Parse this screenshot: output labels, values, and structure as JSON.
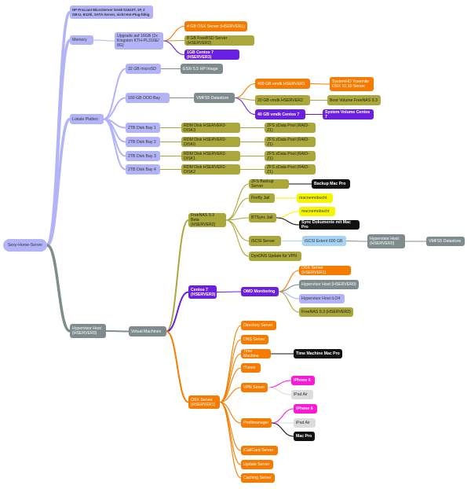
{
  "colors": {
    "lavender": "#b3b3f7",
    "blue_grey": "#7f8c8d",
    "orange": "#f57c00",
    "olive": "#aaa83a",
    "purple": "#6b1fe0",
    "yellow": "#f5f500",
    "black": "#111111",
    "magenta": "#ff19d6",
    "light_grey": "#dcdcdc",
    "light_blue": "#a7d3f7"
  },
  "nodes": [
    {
      "id": "root",
      "text": "Sexy-Home-Server",
      "color": "lavender"
    },
    {
      "id": "hp",
      "text": "HP ProLiant MicroServer Gen8 G1610T, 1P, 2 GB-U, B120i, SATA-Server, nicht Hot-Plug-fähig",
      "color": "lavender"
    },
    {
      "id": "memory",
      "text": "Memory",
      "color": "lavender"
    },
    {
      "id": "upgrade",
      "text": "Upgrade auf 16GB (2x Kingston KTH-PL316E/ 8G)",
      "color": "lavender"
    },
    {
      "id": "osx4",
      "text": "4 GB OSX Server (HSERVER1)",
      "color": "orange"
    },
    {
      "id": "freebsd8",
      "text": "8 GB FreeBSD Server (HSERVER2)",
      "color": "olive"
    },
    {
      "id": "centos1",
      "text": "1GB Centos 7 (HSERVER3)",
      "color": "purple"
    },
    {
      "id": "lokale",
      "text": "Lokale Platten",
      "color": "lavender"
    },
    {
      "id": "microsd",
      "text": "32 GB microSD",
      "color": "lavender"
    },
    {
      "id": "esxi",
      "text": "ESXi 5.5 HP Image",
      "color": "blue_grey"
    },
    {
      "id": "odd",
      "text": "160 GB ODD Bay",
      "color": "lavender"
    },
    {
      "id": "vmfs",
      "text": "VMFS5 Datastore",
      "color": "blue_grey"
    },
    {
      "id": "vmdk1",
      "text": "400 GB vmdk HSERVER1",
      "color": "orange"
    },
    {
      "id": "yosemite",
      "text": "SystemHD Yosemite OSX 10.10 Server",
      "color": "orange"
    },
    {
      "id": "vmdk2",
      "text": "20 GB vmdk HSERVER2",
      "color": "olive"
    },
    {
      "id": "bootvol",
      "text": "Boot Volume FreeNAS 9.3",
      "color": "olive"
    },
    {
      "id": "vmdk3",
      "text": "40 GB vmdk Centos 7",
      "color": "purple"
    },
    {
      "id": "sysvol",
      "text": "System Volume Centos 7",
      "color": "purple"
    },
    {
      "id": "bay1",
      "text": "2TB Disk Bay 1",
      "color": "lavender"
    },
    {
      "id": "rdm3",
      "text": "RDM Disk HSERVER2-DISK3",
      "color": "olive"
    },
    {
      "id": "zfs1",
      "text": "ZFS zData Pool (RAID-Z1)",
      "color": "olive"
    },
    {
      "id": "bay2",
      "text": "2TB Disk Bay 2",
      "color": "lavender"
    },
    {
      "id": "rdm0",
      "text": "RDM Disk HSERVER2-DISK0",
      "color": "olive"
    },
    {
      "id": "zfs2",
      "text": "ZFS zData Pool (RAID-Z1)",
      "color": "olive"
    },
    {
      "id": "bay3",
      "text": "2TB Disk Bay 3",
      "color": "lavender"
    },
    {
      "id": "rdm1",
      "text": "RDM Disk HSERVER2-DISK1",
      "color": "olive"
    },
    {
      "id": "zfs3",
      "text": "ZFS zData Pool (RAID-Z1)",
      "color": "olive"
    },
    {
      "id": "bay4",
      "text": "2TB Disk Bay 4",
      "color": "lavender"
    },
    {
      "id": "rdm2",
      "text": "RDM Disk HSERVER2-DISK2",
      "color": "olive"
    },
    {
      "id": "zfs4",
      "text": "ZFS zData Pool (RAID-Z1)",
      "color": "olive"
    },
    {
      "id": "hypervisor",
      "text": "Hypervisor Host (HSERVER0)",
      "color": "blue_grey"
    },
    {
      "id": "vms",
      "text": "Virtual Machines",
      "color": "blue_grey"
    },
    {
      "id": "freenas",
      "text": "FreeNAS 9.3 Beta (HSERVER2)",
      "color": "olive"
    },
    {
      "id": "zfsbackup",
      "text": "ZFS Backup Server",
      "color": "olive"
    },
    {
      "id": "backupmac",
      "text": "Backup Mac Pro",
      "color": "black"
    },
    {
      "id": "firefly",
      "text": "Firefly Jail",
      "color": "olive"
    },
    {
      "id": "macne1",
      "text": "macnemobucht",
      "color": "yellow"
    },
    {
      "id": "btsync",
      "text": "BTSync Jail",
      "color": "olive"
    },
    {
      "id": "macne2",
      "text": "macnemobucht",
      "color": "yellow"
    },
    {
      "id": "syncdok",
      "text": "Sync Dokumente mit Mac Pro",
      "color": "black"
    },
    {
      "id": "iscsi",
      "text": "iSCSI Server",
      "color": "olive"
    },
    {
      "id": "iscsiext",
      "text": "iSCSI Extent 600 GB",
      "color": "light_blue"
    },
    {
      "id": "hyphost2",
      "text": "Hypervisor Host (HSERVER0)",
      "color": "blue_grey"
    },
    {
      "id": "vmfs2",
      "text": "VMFS5 Datastore",
      "color": "blue_grey"
    },
    {
      "id": "dyndns",
      "text": "DynDNS Update für VPN",
      "color": "olive"
    },
    {
      "id": "centos7",
      "text": "Centos 7 (HSERVER3)",
      "color": "purple"
    },
    {
      "id": "omd",
      "text": "OMD Monitoring",
      "color": "purple"
    },
    {
      "id": "osxh1",
      "text": "OSX Server (HSERVER1)",
      "color": "orange"
    },
    {
      "id": "hyph0",
      "text": "Hypervisor Host (HSERVER0)",
      "color": "blue_grey"
    },
    {
      "id": "ilo4",
      "text": "Hypervisor Host iLO4",
      "color": "lavender"
    },
    {
      "id": "freenash2",
      "text": "FreeNAS 9.3 (HSERVER2)",
      "color": "olive"
    },
    {
      "id": "osxserver",
      "text": "OSX Server (HSERVER1)",
      "color": "orange"
    },
    {
      "id": "dirserver",
      "text": "Directory Server",
      "color": "orange"
    },
    {
      "id": "dns",
      "text": "DNS Server",
      "color": "orange"
    },
    {
      "id": "timemachine",
      "text": "Time Machine",
      "color": "orange"
    },
    {
      "id": "tmmacpro",
      "text": "Time Machine Mac Pro",
      "color": "black"
    },
    {
      "id": "itunes",
      "text": "iTunes",
      "color": "orange"
    },
    {
      "id": "vpn",
      "text": "VPN Server",
      "color": "orange"
    },
    {
      "id": "iphone1",
      "text": "iPhone 6",
      "color": "magenta"
    },
    {
      "id": "ipad1",
      "text": "iPad Air",
      "color": "light_grey"
    },
    {
      "id": "profil",
      "text": "Profilmanager",
      "color": "orange"
    },
    {
      "id": "iphone2",
      "text": "iPhone 6",
      "color": "magenta"
    },
    {
      "id": "ipad2",
      "text": "iPad Air",
      "color": "light_grey"
    },
    {
      "id": "macpro",
      "text": "Mac Pro",
      "color": "black"
    },
    {
      "id": "ical",
      "text": "iCal/Card Server",
      "color": "orange"
    },
    {
      "id": "update",
      "text": "Update Server",
      "color": "orange"
    },
    {
      "id": "caching",
      "text": "Caching Server",
      "color": "orange"
    }
  ]
}
